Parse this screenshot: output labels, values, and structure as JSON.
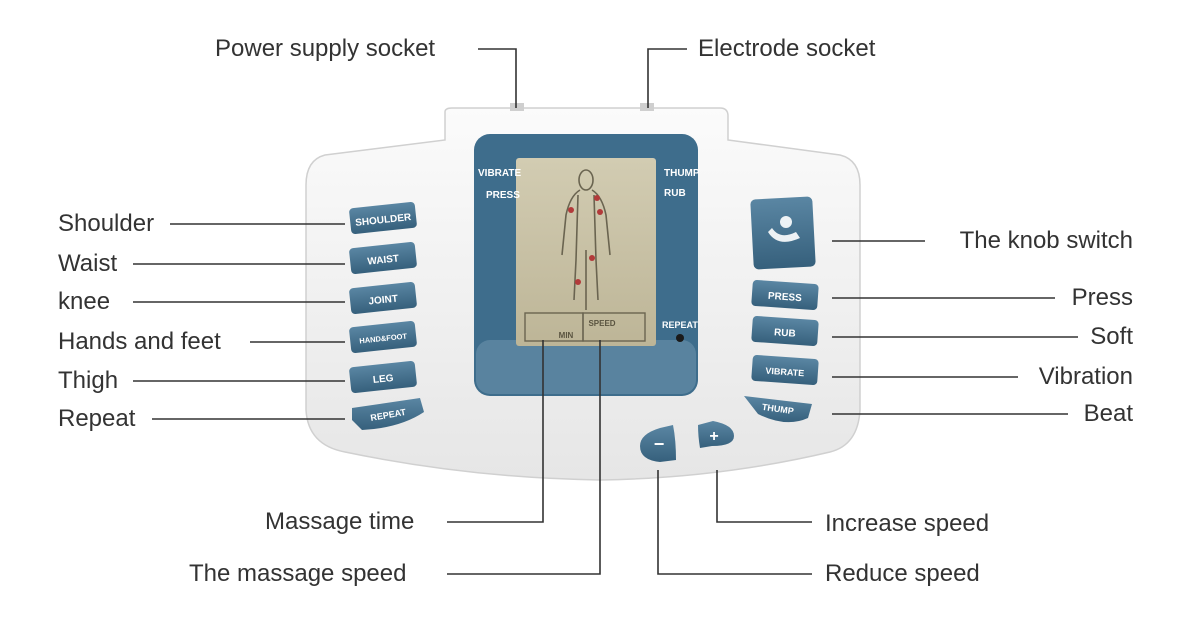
{
  "top_labels": {
    "power_supply_socket": "Power supply socket",
    "electrode_socket": "Electrode socket"
  },
  "left_labels": {
    "shoulder": "Shoulder",
    "waist": "Waist",
    "knee": "knee",
    "hands_and_feet": "Hands and feet",
    "thigh": "Thigh",
    "repeat": "Repeat"
  },
  "right_labels": {
    "knob_switch": "The knob switch",
    "press": "Press",
    "soft": "Soft",
    "vibration": "Vibration",
    "beat": "Beat"
  },
  "bottom_labels": {
    "massage_time": "Massage time",
    "massage_speed": "The massage speed",
    "increase_speed": "Increase speed",
    "reduce_speed": "Reduce speed"
  },
  "device_buttons": {
    "left": [
      "SHOULDER",
      "WAIST",
      "JOINT",
      "HAND&FOOT",
      "LEG",
      "REPEAT"
    ],
    "right": [
      "PRESS",
      "RUB",
      "VIBRATE",
      "THUMP"
    ],
    "minus": "−",
    "plus": "+"
  },
  "screen_text": {
    "vibrate": "VIBRATE",
    "press": "PRESS",
    "thump": "THUMP",
    "rub": "RUB",
    "repeat": "REPEAT",
    "min": "MIN",
    "speed": "SPEED"
  },
  "colors": {
    "button_blue": "#3f6a86",
    "screen_frame": "#3e6d8c",
    "lcd": "#c9c2a6",
    "device_body": "#eeeeee",
    "leader_line": "#333333"
  }
}
